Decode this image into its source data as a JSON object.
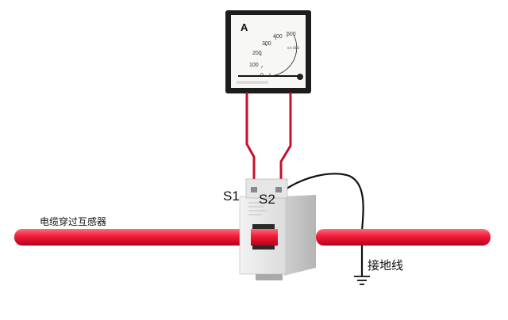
{
  "meter": {
    "unit": "A",
    "scale_labels": [
      "0",
      "100",
      "200",
      "300",
      "400",
      "500"
    ],
    "brand_mark": "e/c\nBLD"
  },
  "ct": {
    "terminal_s1": "S1",
    "terminal_s2": "S2"
  },
  "labels": {
    "cable": "电缆穿过互感器",
    "ground": "接地线"
  },
  "colors": {
    "cable": "#ee1c38",
    "lead_wire": "#c8102e",
    "ground_wire": "#111111"
  }
}
